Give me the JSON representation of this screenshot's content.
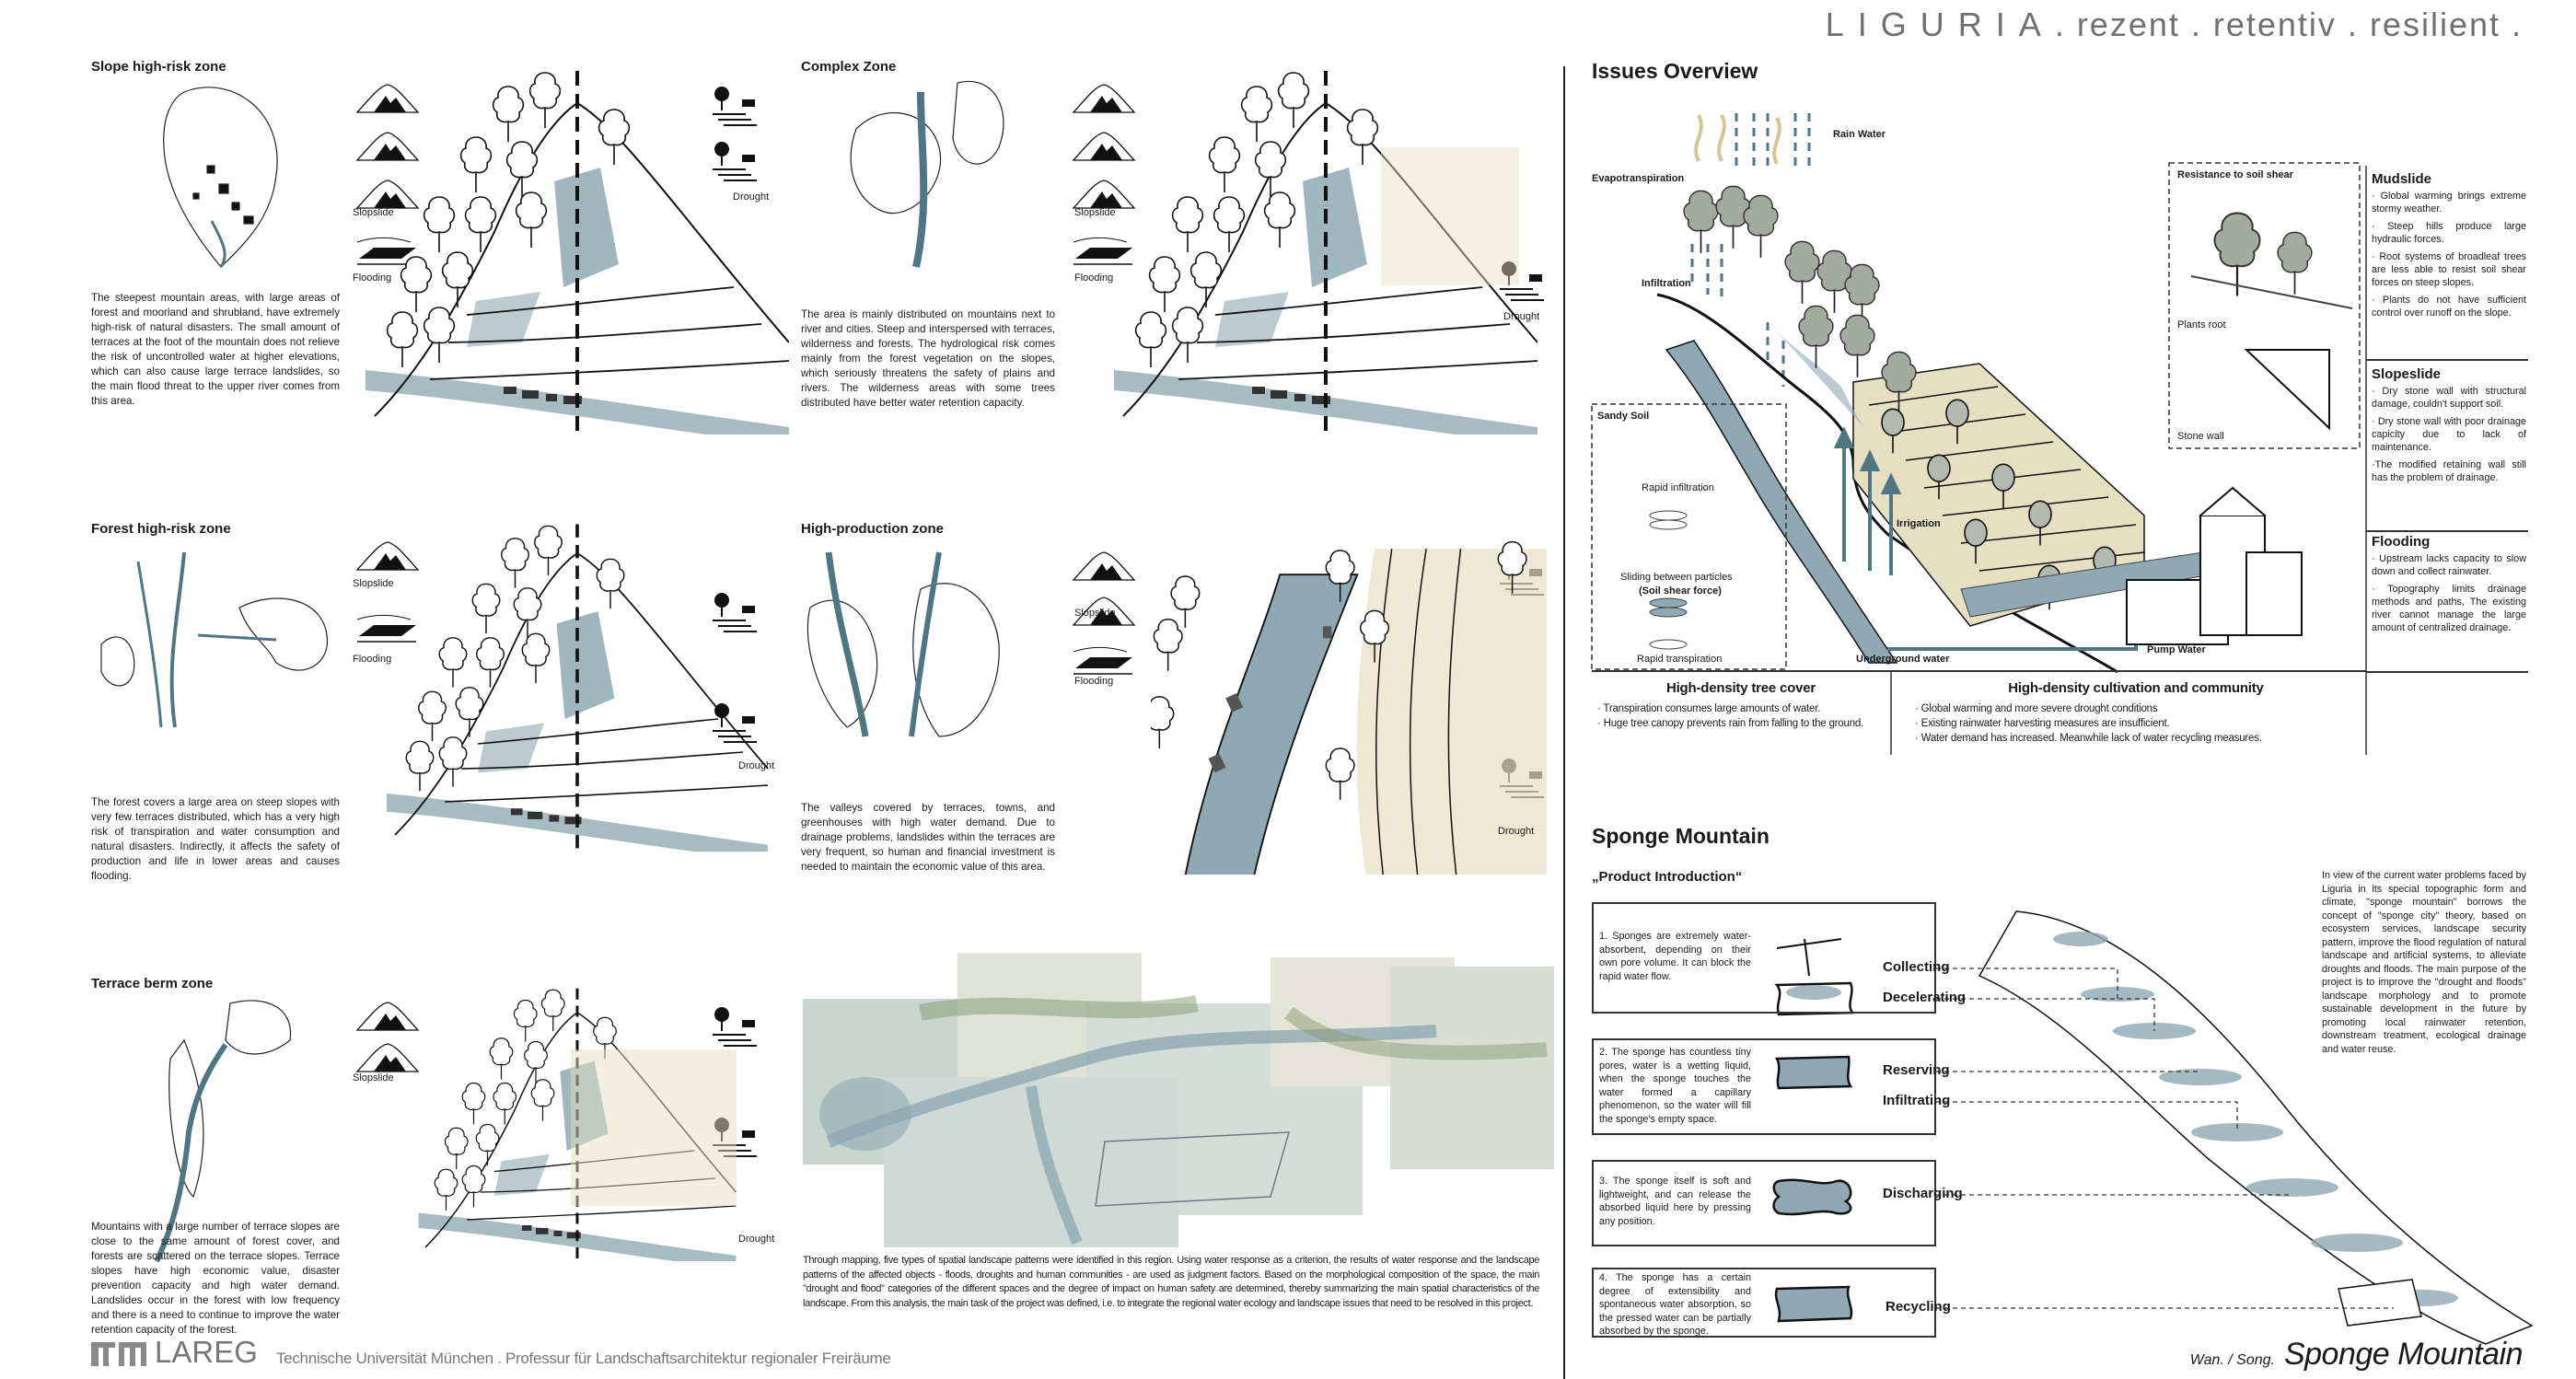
{
  "header": {
    "title_region": "LIGURIA",
    "title_tagline": ". rezent . retentiv . resilient ."
  },
  "zones": [
    {
      "title": "Slope high-risk zone",
      "icon_labels": [
        "Slopslide",
        "Flooding"
      ],
      "right_label": "Drought",
      "text": "The steepest mountain areas, with large areas of forest and moorland and shrubland, have extremely high-risk of natural disasters. The small amount of terraces at the foot of the mountain does not relieve the risk of uncontrolled water at higher elevations, which can also cause large terrace landslides, so the main flood threat to the upper river comes from this area."
    },
    {
      "title": "Complex Zone",
      "icon_labels": [
        "Slopslide",
        "Flooding"
      ],
      "right_label": "Drought",
      "text": "The area is mainly distributed on mountains next to river and cities. Steep and interspersed with terraces, wilderness and forests. The hydrological risk comes mainly from the forest vegetation on the slopes, which seriously threatens the safety of plains and rivers. The wilderness areas with some trees distributed have better water retention capacity."
    },
    {
      "title": "Forest high-risk zone",
      "icon_labels": [
        "Slopslide",
        "Flooding"
      ],
      "right_label": "Drought",
      "text": "The forest covers a large area on steep slopes with very few terraces distributed, which has a very high risk of transpiration and water consumption and natural disasters. Indirectly, it affects the safety of production and life in lower areas and causes flooding."
    },
    {
      "title": "High-production zone",
      "icon_labels": [
        "Slopslide",
        "Flooding"
      ],
      "right_label": "Drought",
      "text": "The valleys covered by terraces, towns, and greenhouses with high water demand. Due to drainage problems, landslides within the terraces are very frequent, so human and financial investment is needed to maintain the economic value of this area."
    },
    {
      "title": "Terrace berm zone",
      "icon_labels": [
        "Slopslide"
      ],
      "right_label": "Drought",
      "text": "Mountains with a large number of terrace slopes are close to the same amount of forest cover, and forests are scattered on the terrace slopes. Terrace slopes have high economic value, disaster prevention capacity and high water demand. Landslides occur in the forest with low frequency and there is a need to continue to improve the water retention capacity of the forest."
    }
  ],
  "summary": "Through mapping, five types of spatial landscape patterns were identified in this region. Using water response as a criterion, the results of water response and the landscape patterns of the affected objects - floods, droughts and human communities - are used as judgment factors. Based on the morphological composition of the space, the main \"drought and flood\" categories of the different spaces and the degree of impact on human safety are determined, thereby summarizing the main spatial characteristics of the landscape. From this analysis, the main task of the project was defined, i.e. to integrate the regional water ecology and landscape issues that need to be resolved in this project.",
  "footer": {
    "logo": "TUM",
    "lab": "LAREG",
    "institution": "Technische Universität München . Professur für Landschaftsarchitektur regionaler Freiräume",
    "authors": "Wan. / Song.",
    "project": "Sponge Mountain"
  },
  "issues": {
    "title": "Issues Overview",
    "diagram_labels": {
      "rain": "Rain Water",
      "evap": "Evapotranspiration",
      "infiltration": "Infiltration",
      "irrigation": "Irrigation",
      "underground": "Underground water",
      "pump": "Pump Water",
      "shear_title": "Resistance to soil shear",
      "plants_root": "Plants root",
      "stone_wall": "Stone wall",
      "sandy_title": "Sandy Soil",
      "rapid_infiltration": "Rapid infiltration",
      "sliding": "Sliding between particles",
      "shear_force": "(Soil shear force)",
      "rapid_transpiration": "Rapid transpiration"
    },
    "categories": [
      {
        "title": "Mudslide",
        "points": [
          "· Global warming brings extreme stormy weather.",
          "· Steep hills produce large hydraulic forces.",
          "· Root systems of broadleaf trees are less able to resist soil shear forces on steep slopes.",
          "· Plants do not have sufficient control over runoff on the slope."
        ]
      },
      {
        "title": "Slopeslide",
        "points": [
          "· Dry stone wall with structural damage, couldn't support soil.",
          "· Dry stone wall with poor drainage capicity due to lack of maintenance.",
          "·The modified retaining wall still has the problem of drainage."
        ]
      },
      {
        "title": "Flooding",
        "points": [
          "· Upstream lacks capacity to slow down and collect rainwater.",
          "· Topography limits drainage methods and paths, The existing river cannot manage the large amount of centralized drainage."
        ]
      }
    ],
    "table": [
      {
        "title": "High-density tree cover",
        "points": [
          "· Transpiration consumes large amounts of water.",
          "· Huge tree canopy prevents rain from falling to the ground."
        ]
      },
      {
        "title": "High-density cultivation and community",
        "points": [
          "· Global warming and more severe drought conditions",
          "· Existing rainwater harvesting measures are insufficient.",
          "· Water demand has increased. Meanwhile lack of water recycling measures."
        ]
      }
    ]
  },
  "sponge": {
    "title": "Sponge Mountain",
    "subtitle": "„Product Introduction“",
    "description": "In view of the current water problems faced by Liguria in its special topographic form and climate, \"sponge mountain\" borrows the concept of \"sponge city\" theory, based on ecosystem services, landscape security pattern, improve the flood regulation of natural landscape and artificial systems, to alleviate droughts and floods. The main purpose of the project is to improve the \"drought and floods\" landscape morphology and to promote sustainable development in the future by promoting local rainwater retention, downstream treatment, ecological drainage and water reuse.",
    "steps": [
      {
        "text": "1. Sponges are extremely water-absorbent, depending on their own pore volume. It can block the rapid water flow.",
        "labels": [
          "Collecting",
          "Decelerating"
        ]
      },
      {
        "text": "2. The sponge has countless tiny pores, water is a wetting liquid, when the sponge touches the water formed a capillary phenomenon, so the water will fill the sponge's empty space.",
        "labels": [
          "Reserving",
          "Infiltrating"
        ]
      },
      {
        "text": "3. The sponge itself is soft and lightweight, and can release the absorbed liquid here by pressing any position.",
        "labels": [
          "Discharging"
        ]
      },
      {
        "text": "4. The sponge has a certain degree of extensibility and spontaneous water absorption, so the pressed water can be partially absorbed by the sponge.",
        "labels": [
          "Recycling"
        ]
      }
    ]
  },
  "colors": {
    "water": "#8ea9b3",
    "beige": "#e6dfc2",
    "foliage": "#a3ab9f",
    "teal_arrow": "#4f7684",
    "text_gray": "#707070"
  }
}
